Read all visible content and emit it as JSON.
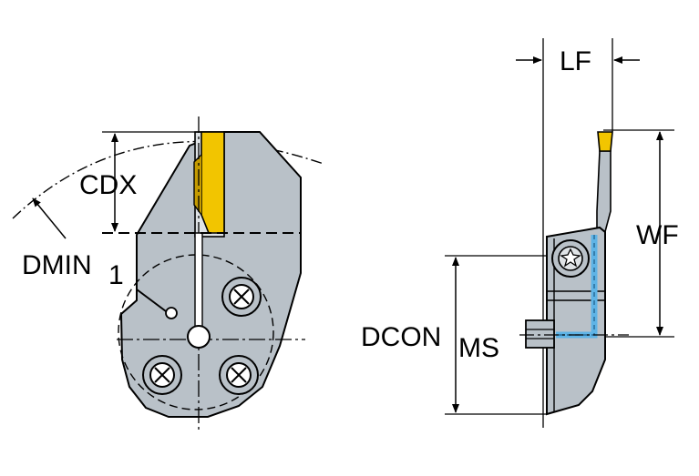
{
  "labels": {
    "cdx": "CDX",
    "dmin": "DMIN",
    "dmin_sub": "1",
    "lf": "LF",
    "wf": "WF",
    "dcon": "DCON",
    "dcon_sub": "MS"
  },
  "colors": {
    "body": "#b9c1c8",
    "insert": "#f2c500",
    "insert_dark": "#c49a00",
    "coolant": "#5fb4e6",
    "line": "#000000"
  }
}
